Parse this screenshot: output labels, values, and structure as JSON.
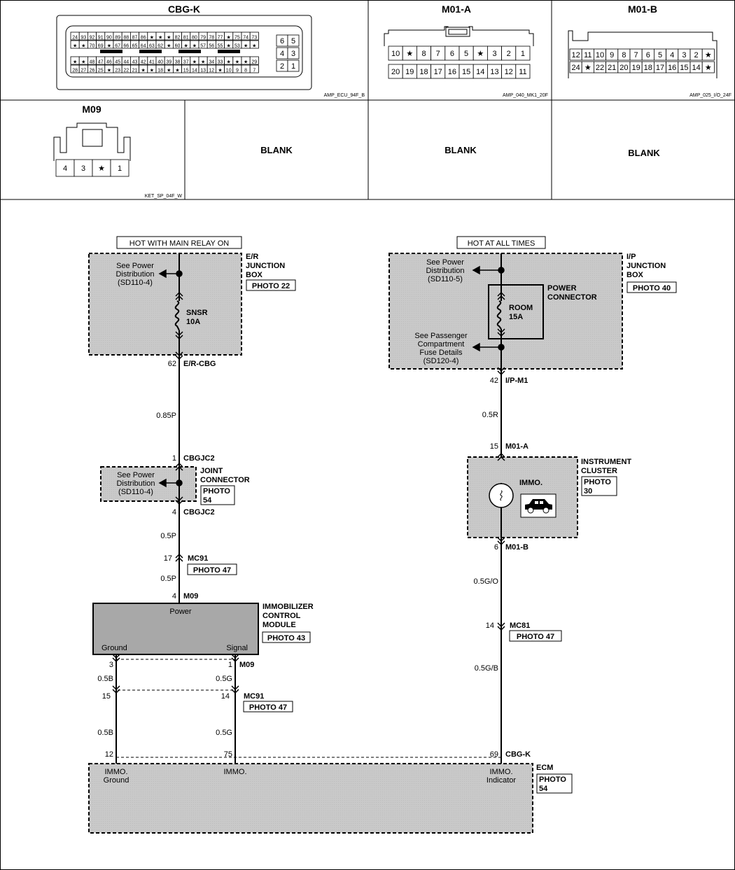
{
  "connectors": {
    "cbgk": {
      "name": "CBG-K",
      "code": "AMP_ECU_94F_B",
      "row1": [
        "24",
        "93",
        "92",
        "91",
        "90",
        "89",
        "88",
        "87",
        "86",
        "★",
        "★",
        "★",
        "82",
        "81",
        "80",
        "79",
        "78",
        "77",
        "★",
        "75",
        "74",
        "73"
      ],
      "row2": [
        "★",
        "★",
        "70",
        "69",
        "★",
        "67",
        "66",
        "65",
        "64",
        "63",
        "62",
        "★",
        "60",
        "★",
        "★",
        "57",
        "56",
        "55",
        "★",
        "53",
        "★",
        "★"
      ],
      "row3": [
        "★",
        "★",
        "48",
        "47",
        "46",
        "45",
        "44",
        "43",
        "42",
        "41",
        "40",
        "39",
        "38",
        "37",
        "★",
        "★",
        "34",
        "33",
        "★",
        "★",
        "★",
        "29"
      ],
      "row4": [
        "28",
        "27",
        "26",
        "25",
        "★",
        "23",
        "22",
        "21",
        "★",
        "★",
        "18",
        "★",
        "★",
        "15",
        "14",
        "13",
        "12",
        "★",
        "10",
        "9",
        "8",
        "7"
      ],
      "side": [
        "6",
        "5",
        "4",
        "3",
        "2",
        "1"
      ]
    },
    "m01a": {
      "name": "M01-A",
      "code": "AMP_040_MK1_20F",
      "row1": [
        "10",
        "★",
        "8",
        "7",
        "6",
        "5",
        "★",
        "3",
        "2",
        "1"
      ],
      "row2": [
        "20",
        "19",
        "18",
        "17",
        "16",
        "15",
        "14",
        "13",
        "12",
        "11"
      ]
    },
    "m01b": {
      "name": "M01-B",
      "code": "AMP_025_I/O_24F",
      "row1": [
        "12",
        "11",
        "10",
        "9",
        "8",
        "7",
        "6",
        "5",
        "4",
        "3",
        "2",
        "★"
      ],
      "row2": [
        "24",
        "★",
        "22",
        "21",
        "20",
        "19",
        "18",
        "17",
        "16",
        "15",
        "14",
        "★"
      ]
    },
    "m09": {
      "name": "M09",
      "code": "KET_SP_04F_W",
      "pins": [
        "4",
        "3",
        "★",
        "1"
      ]
    },
    "blank": "BLANK"
  },
  "schematic": {
    "hot_main_relay": "HOT WITH MAIN RELAY ON",
    "hot_all_times": "HOT AT ALL TIMES",
    "er_box": {
      "l1": "E/R",
      "l2": "JUNCTION",
      "l3": "BOX",
      "photo": "PHOTO 22"
    },
    "see_pd_1": {
      "l1": "See Power",
      "l2": "Distribution",
      "l3": "(SD110-4)"
    },
    "fuse_snsr": {
      "l1": "SNSR",
      "l2": "10A"
    },
    "er_cbg": {
      "pin": "62",
      "name": "E/R-CBG"
    },
    "wire_085p": "0.85P",
    "cbgjc2_top": {
      "pin": "1",
      "name": "CBGJC2"
    },
    "joint": {
      "l1": "JOINT",
      "l2": "CONNECTOR",
      "photo_l1": "PHOTO",
      "photo_l2": "54"
    },
    "see_pd_2": {
      "l1": "See Power",
      "l2": "Distribution",
      "l3": "(SD110-4)"
    },
    "cbgjc2_bot": {
      "pin": "4",
      "name": "CBGJC2"
    },
    "wire_05p_a": "0.5P",
    "mc91_a": {
      "pin": "17",
      "name": "MC91",
      "photo": "PHOTO 47"
    },
    "wire_05p_b": "0.5P",
    "m09_top": {
      "pin": "4",
      "name": "M09"
    },
    "imm_module": {
      "l1": "IMMOBILIZER",
      "l2": "CONTROL",
      "l3": "MODULE",
      "photo": "PHOTO 43",
      "power": "Power",
      "ground": "Ground",
      "signal": "Signal"
    },
    "m09_pin3": "3",
    "m09_pin1": {
      "pin": "1",
      "name": "M09"
    },
    "wire_05b_a": "0.5B",
    "wire_05g_a": "0.5G",
    "mc91_b_pin15": "15",
    "mc91_b": {
      "pin": "14",
      "name": "MC91",
      "photo": "PHOTO 47"
    },
    "wire_05b_b": "0.5B",
    "wire_05g_b": "0.5G",
    "ecm_pin12": "12",
    "ecm_pin75": "75",
    "ecm_pin69": {
      "pin": "69",
      "name": "CBG-K"
    },
    "ecm": {
      "name": "ECM",
      "photo_l1": "PHOTO",
      "photo_l2": "54",
      "ground_l1": "IMMO.",
      "ground_l2": "Ground",
      "immo": "IMMO.",
      "ind_l1": "IMMO.",
      "ind_l2": "Indicator"
    },
    "ip_box": {
      "l1": "I/P",
      "l2": "JUNCTION",
      "l3": "BOX",
      "photo": "PHOTO 40"
    },
    "see_pd_3": {
      "l1": "See Power",
      "l2": "Distribution",
      "l3": "(SD110-5)"
    },
    "power_conn": {
      "l1": "POWER",
      "l2": "CONNECTOR"
    },
    "fuse_room": {
      "l1": "ROOM",
      "l2": "15A"
    },
    "see_pass": {
      "l1": "See Passenger",
      "l2": "Compartment",
      "l3": "Fuse Details",
      "l4": "(SD120-4)"
    },
    "ip_m1": {
      "pin": "42",
      "name": "I/P-M1"
    },
    "wire_05r": "0.5R",
    "m01a_pin": {
      "pin": "15",
      "name": "M01-A"
    },
    "cluster": {
      "l1": "INSTRUMENT",
      "l2": "CLUSTER",
      "photo_l1": "PHOTO",
      "photo_l2": "30",
      "immo": "IMMO."
    },
    "m01b_pin": {
      "pin": "6",
      "name": "M01-B"
    },
    "wire_05go": "0.5G/O",
    "mc81": {
      "pin": "14",
      "name": "MC81",
      "photo": "PHOTO 47"
    },
    "wire_05gb": "0.5G/B"
  }
}
